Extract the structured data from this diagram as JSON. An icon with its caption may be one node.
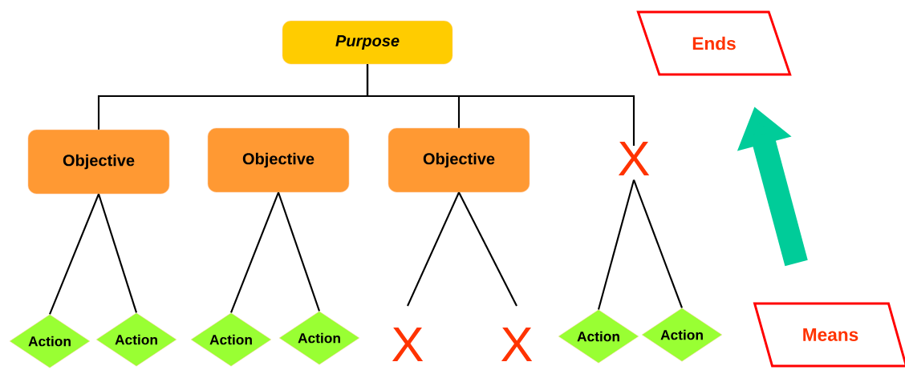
{
  "diagram": {
    "nodes": [
      {
        "text": [
          "Purpose"
        ]
      },
      {
        "text": [
          "Objective"
        ]
      },
      {
        "text": [
          "Objective"
        ]
      },
      {
        "text": [
          "Objective"
        ]
      },
      {
        "text": [
          "X"
        ]
      },
      {
        "text": [
          "Action"
        ]
      },
      {
        "text": [
          "Action"
        ]
      },
      {
        "text": [
          "Action"
        ]
      },
      {
        "text": [
          "Action"
        ]
      },
      {
        "text": [
          "X"
        ]
      },
      {
        "text": [
          "X"
        ]
      },
      {
        "text": [
          "Action"
        ]
      },
      {
        "text": [
          "Action"
        ]
      },
      {
        "text": [
          "Ends"
        ]
      },
      {
        "text": [
          "Means"
        ]
      }
    ],
    "edges": [
      {
        "from": 0,
        "to": 1,
        "arrow": "none"
      },
      {
        "from": 0,
        "to": 3,
        "arrow": "none"
      },
      {
        "from": 0,
        "to": 4,
        "arrow": "none"
      },
      {
        "from": 1,
        "to": 5,
        "arrow": "none"
      },
      {
        "from": 1,
        "to": 6,
        "arrow": "none"
      },
      {
        "from": 2,
        "to": 7,
        "arrow": "none"
      },
      {
        "from": 2,
        "to": 8,
        "arrow": "none"
      },
      {
        "from": 3,
        "to": 9,
        "arrow": "none"
      },
      {
        "from": 3,
        "to": 10,
        "arrow": "none"
      },
      {
        "from": 4,
        "to": 11,
        "arrow": "none"
      },
      {
        "from": 4,
        "to": 12,
        "arrow": "none"
      },
      {
        "from": 14,
        "to": 13,
        "arrow": "to",
        "style": "thick",
        "color": "#00cc99"
      }
    ]
  }
}
